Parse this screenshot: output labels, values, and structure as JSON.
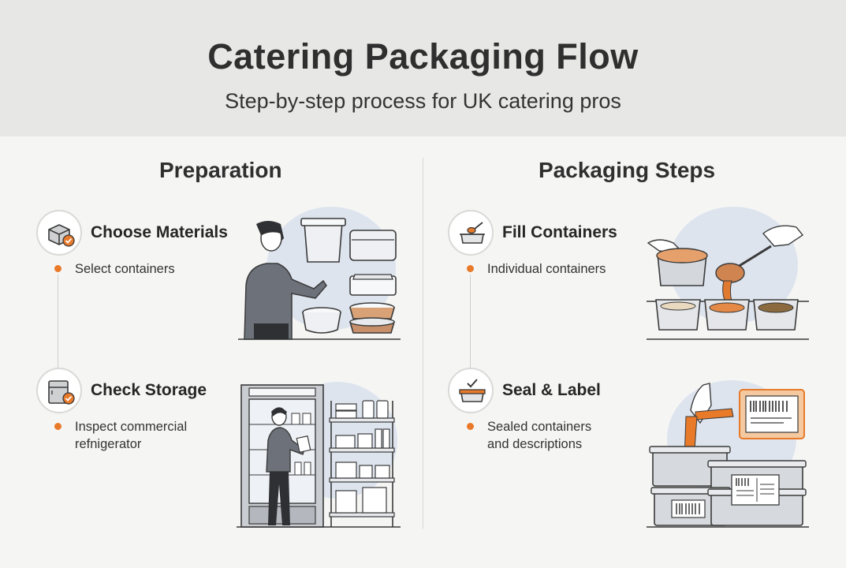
{
  "header": {
    "title": "Catering Packaging Flow",
    "subtitle": "Step-by-step process for UK catering pros"
  },
  "columns": [
    {
      "heading": "Preparation",
      "steps": [
        {
          "title": "Choose Materials",
          "description": "Select containers",
          "icon": "box-check-icon"
        },
        {
          "title": "Check Storage",
          "description_lines": [
            "Inspect commercial",
            "refnigerator"
          ],
          "icon": "fridge-check-icon"
        }
      ]
    },
    {
      "heading": "Packaging Steps",
      "steps": [
        {
          "title": "Fill Containers",
          "description": "Individual containers",
          "icon": "spoon-container-icon"
        },
        {
          "title": "Seal & Label",
          "description_lines": [
            "Sealed containers",
            "and descriptions"
          ],
          "icon": "sealed-container-icon"
        }
      ]
    }
  ],
  "colors": {
    "accent": "#e87a2a",
    "header_bg": "#e7e7e6",
    "page_bg": "#f5f5f4",
    "blob": "#dde4ee"
  }
}
